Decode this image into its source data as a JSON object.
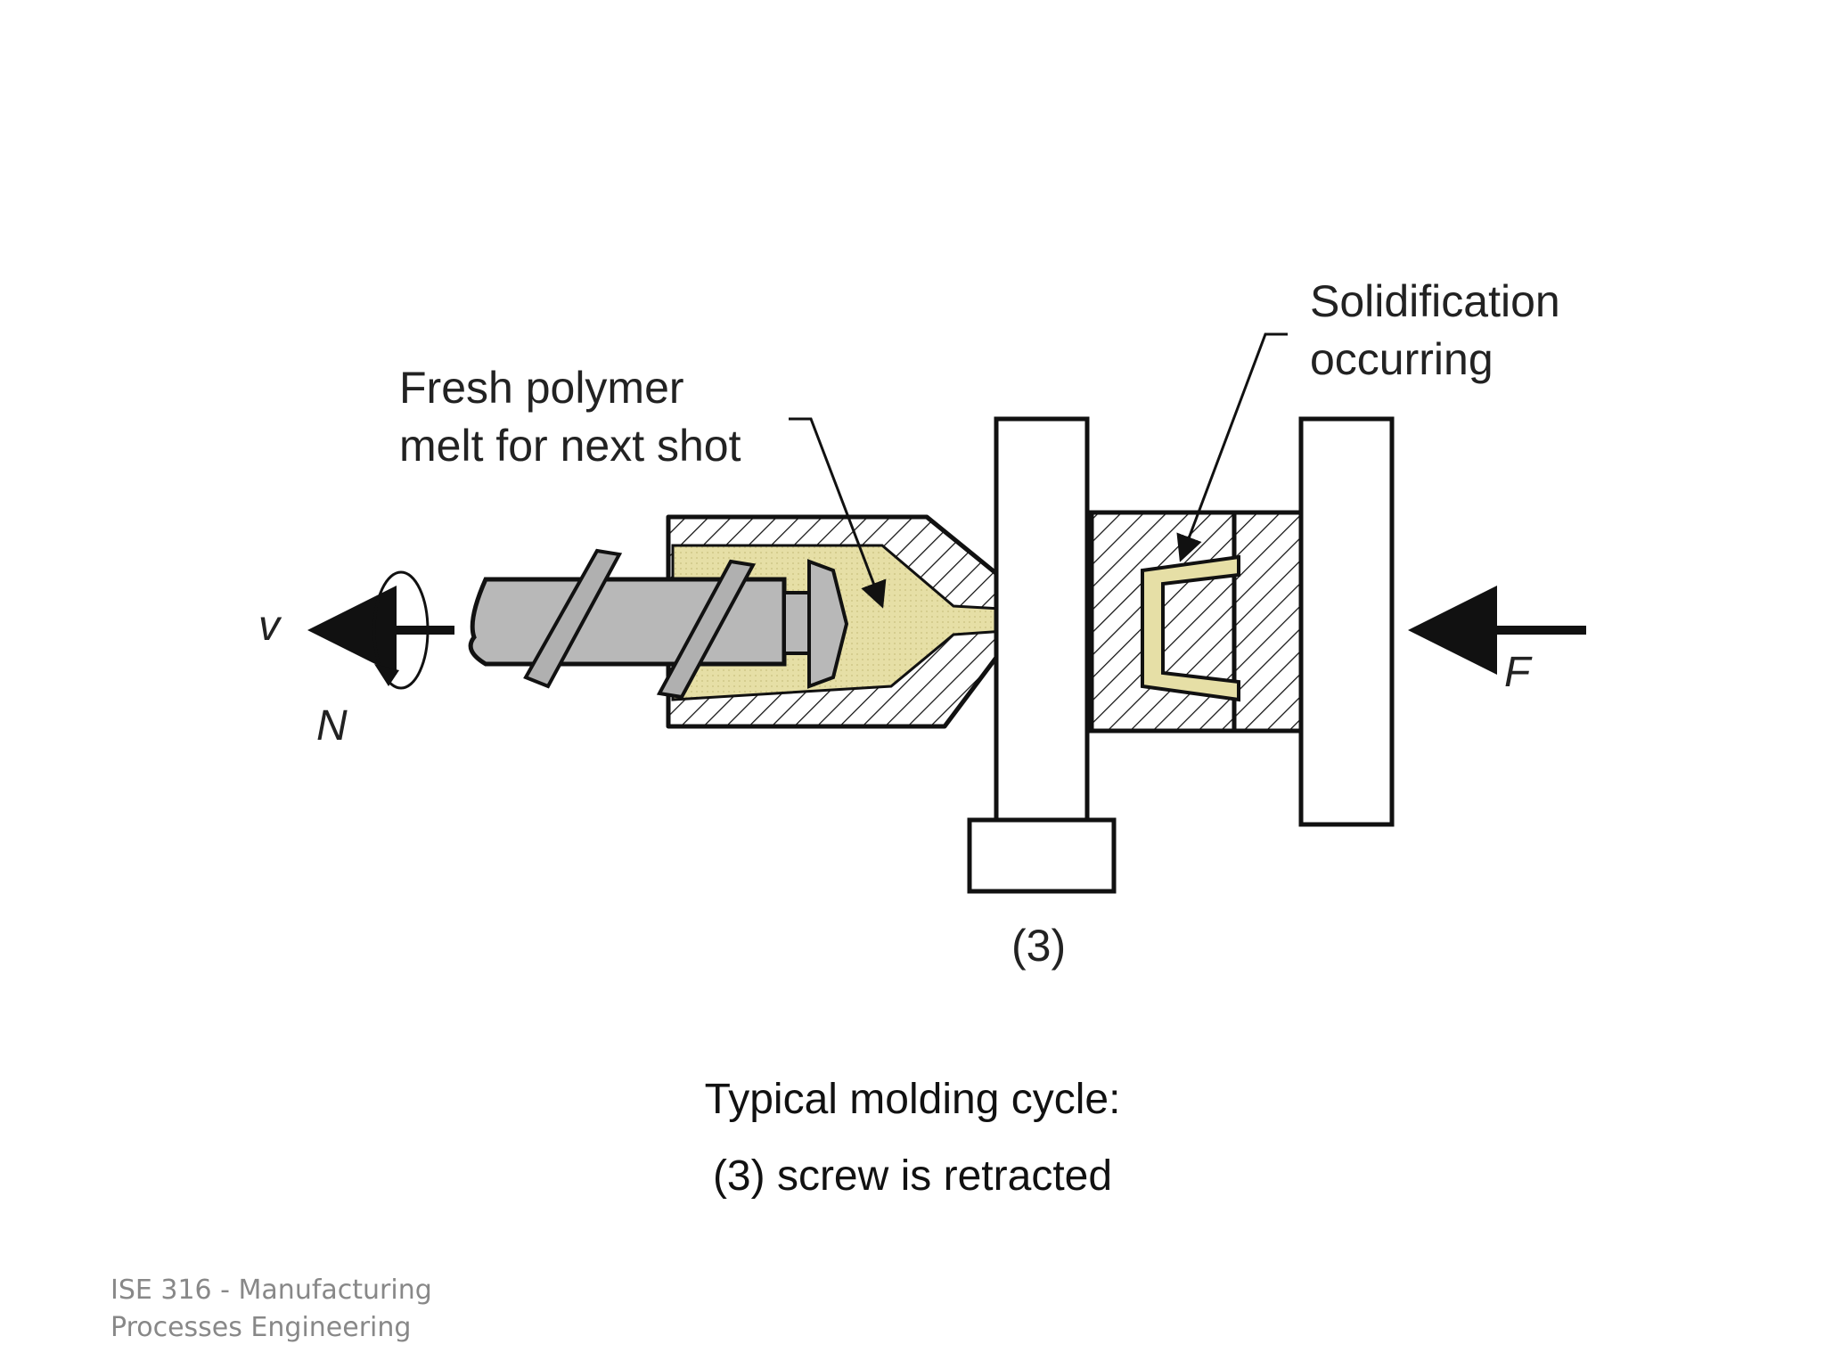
{
  "diagram": {
    "labels": {
      "fresh_melt_line1": "Fresh polymer",
      "fresh_melt_line2": "melt for next shot",
      "solidification_line1": "Solidification",
      "solidification_line2": "occurring",
      "velocity": "v",
      "rotation": "N",
      "force": "F",
      "step": "(3)"
    },
    "colors": {
      "polymer_melt": "#e6dfa6",
      "screw": "#b8b8b8",
      "outline": "#111111"
    }
  },
  "caption": {
    "line1": "Typical molding cycle:",
    "line2": "(3) screw is retracted"
  },
  "footer": {
    "line1": "ISE 316  -  Manufacturing",
    "line2": "Processes Engineering"
  }
}
